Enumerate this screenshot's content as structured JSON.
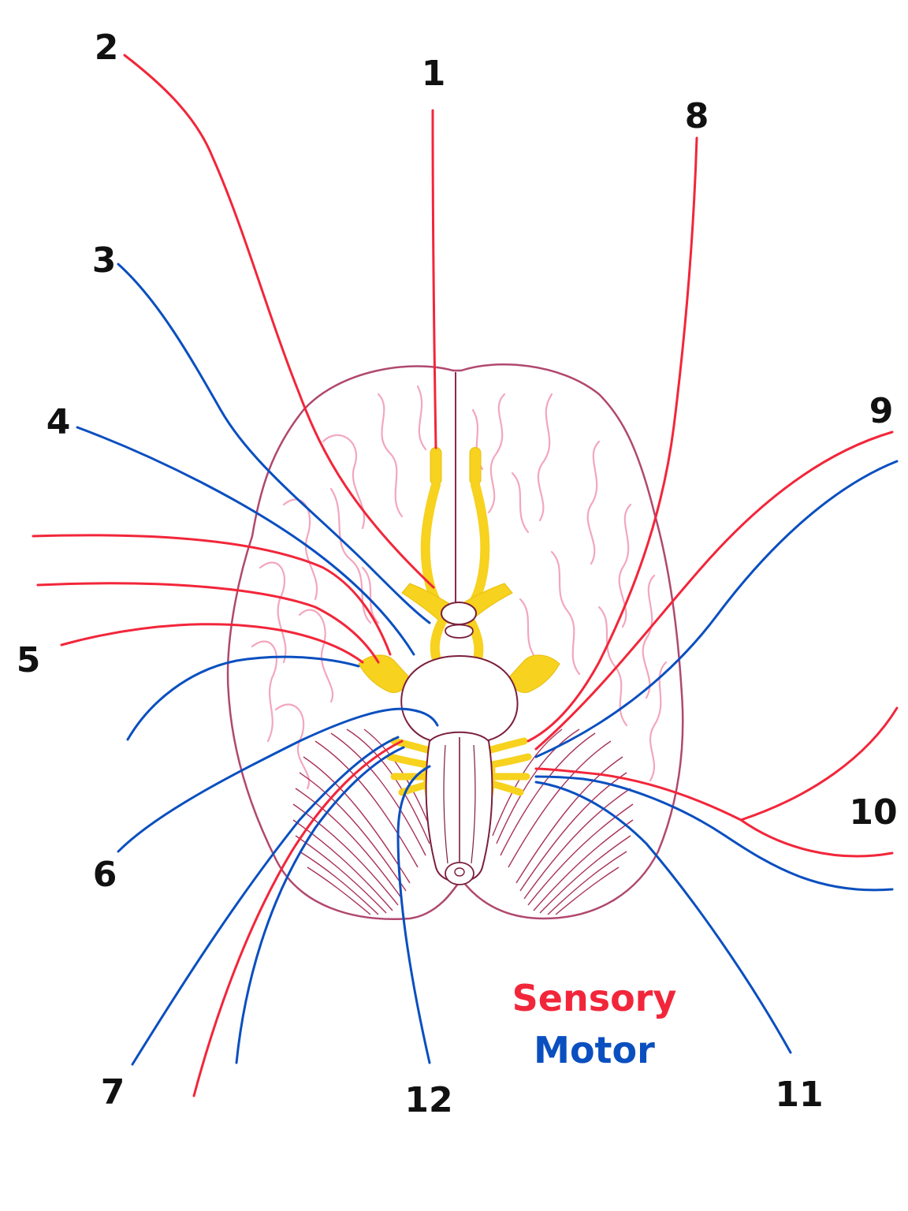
{
  "colors": {
    "sensory": "#f2263a",
    "motor": "#0a4fc0",
    "brain_outline": "#b0486f",
    "gyri": "#f2a7bd",
    "nerve_yellow": "#f7d21e",
    "brainstem": "#7a1f3c"
  },
  "labels": [
    "1",
    "2",
    "3",
    "4",
    "5",
    "6",
    "7",
    "8",
    "9",
    "10",
    "11",
    "12"
  ],
  "legend": {
    "sensory": "Sensory",
    "motor": "Motor"
  }
}
